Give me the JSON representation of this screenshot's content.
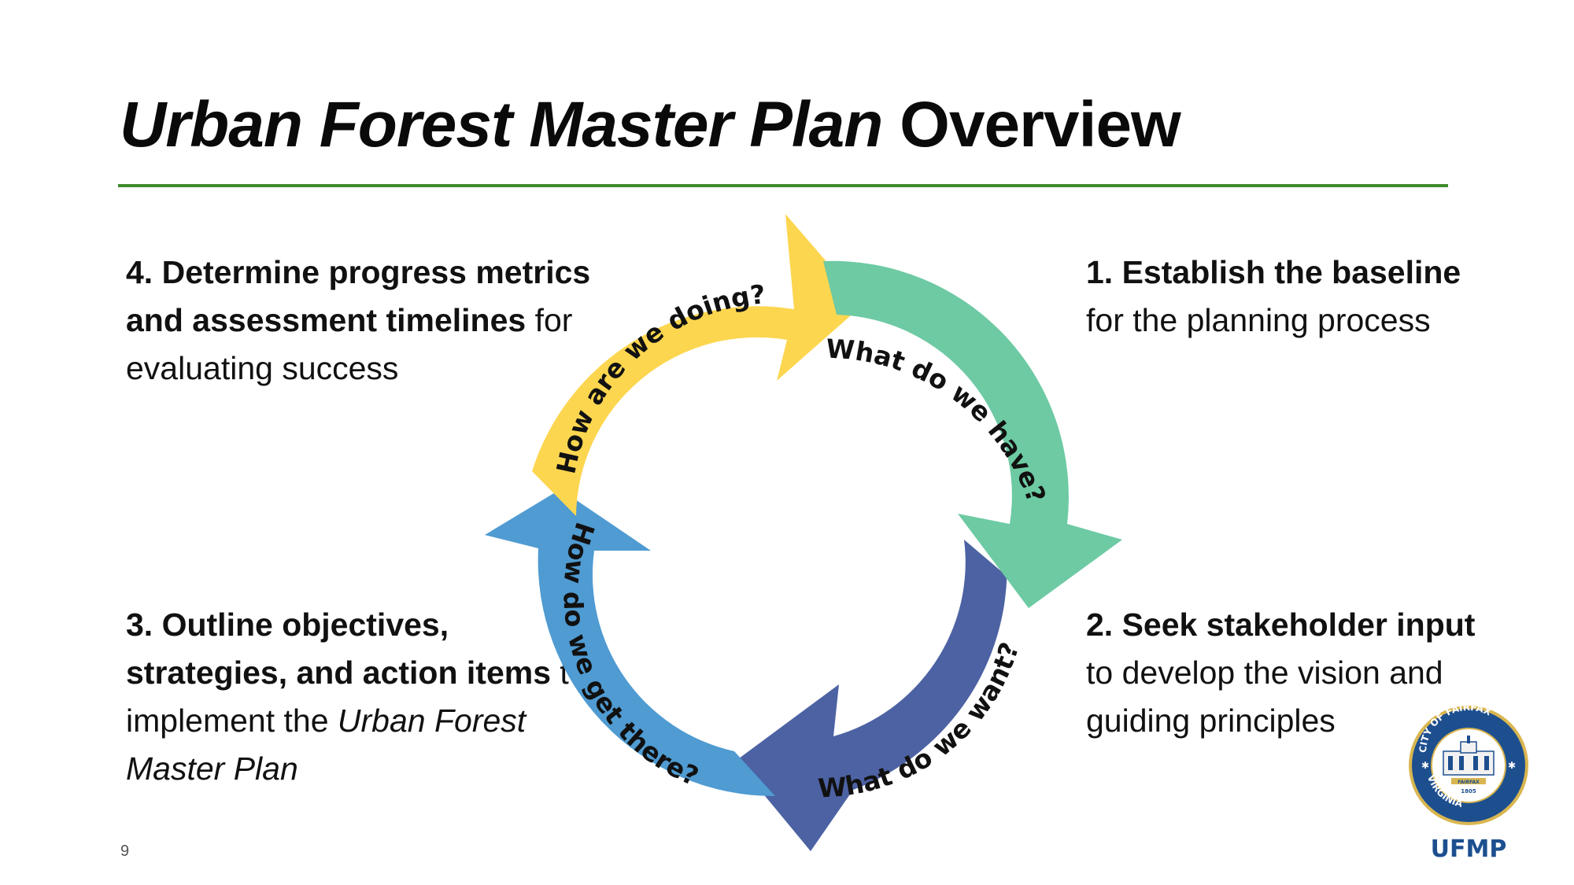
{
  "title": {
    "italic": "Urban Forest Master Plan",
    "regular": " Overview"
  },
  "steps": {
    "s1": {
      "bold": "1. Establish the baseline",
      "rest": " for the planning process"
    },
    "s2": {
      "bold": "2. Seek stakeholder input",
      "rest": " to develop the vision and guiding principles"
    },
    "s3": {
      "bold": "3. Outline objectives, strategies, and action items",
      "rest": " to implement the ",
      "italic": "Urban Forest Master Plan"
    },
    "s4": {
      "bold": "4. Determine progress metrics and assessment timelines",
      "rest": " for evaluating success"
    }
  },
  "cycle": {
    "labels": {
      "q1": "What do we have?",
      "q2": "What do we want?",
      "q3": "How do we get there?",
      "q4": "How are we doing?"
    },
    "colors": {
      "q1": "#6dcaa3",
      "q2": "#4c62a3",
      "q3": "#4f9bd2",
      "q4": "#fdd650"
    }
  },
  "logo": {
    "ring_top": "CITY OF FAIRFAX",
    "ring_bottom": "VIRGINIA",
    "ribbon": "FAIRFAX",
    "year": "1805",
    "caption": "UFMP"
  },
  "page_number": "9"
}
